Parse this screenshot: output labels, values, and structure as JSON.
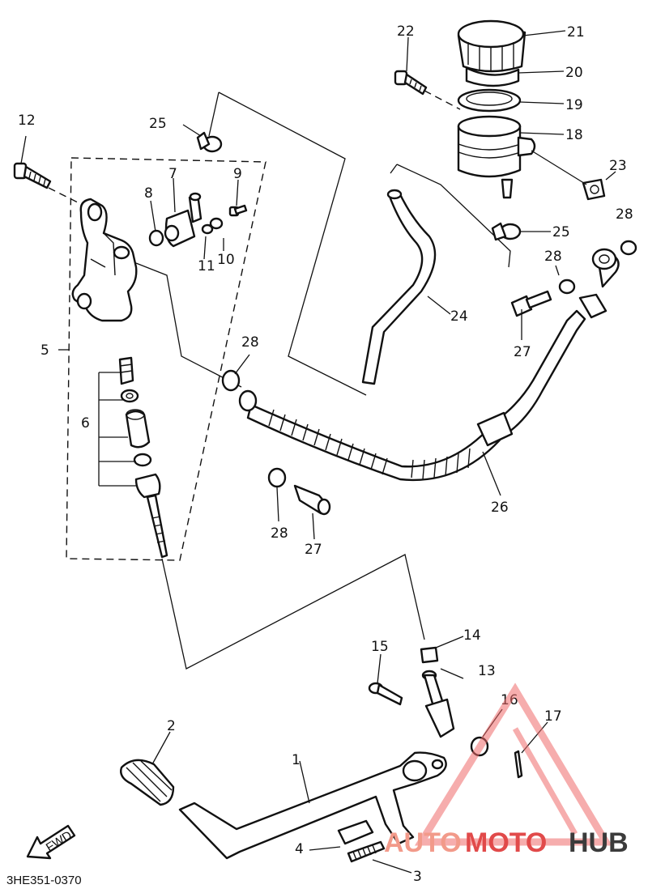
{
  "diagram": {
    "catalog_code": "3HE351-0370",
    "direction_arrow": "FWD",
    "callouts": {
      "c1": "1",
      "c2": "2",
      "c3": "3",
      "c4": "4",
      "c5": "5",
      "c6": "6",
      "c7": "7",
      "c8": "8",
      "c9": "9",
      "c10": "10",
      "c11": "11",
      "c12": "12",
      "c13": "13",
      "c14": "14",
      "c15": "15",
      "c16": "16",
      "c17": "17",
      "c18": "18",
      "c19": "19",
      "c20": "20",
      "c21": "21",
      "c22": "22",
      "c23": "23",
      "c24": "24",
      "c25a": "25",
      "c25b": "25",
      "c26": "26",
      "c27a": "27",
      "c27b": "27",
      "c28a": "28",
      "c28b": "28",
      "c28c": "28",
      "c28d": "28"
    }
  },
  "watermark": {
    "word_a": "AUTO",
    "word_b": "MOTO",
    "word_c": "HUB",
    "colors": {
      "a": "#f29a8a",
      "b": "#e14a4a",
      "c": "#3b3b3b",
      "triangle": "#ef6a6a"
    }
  }
}
